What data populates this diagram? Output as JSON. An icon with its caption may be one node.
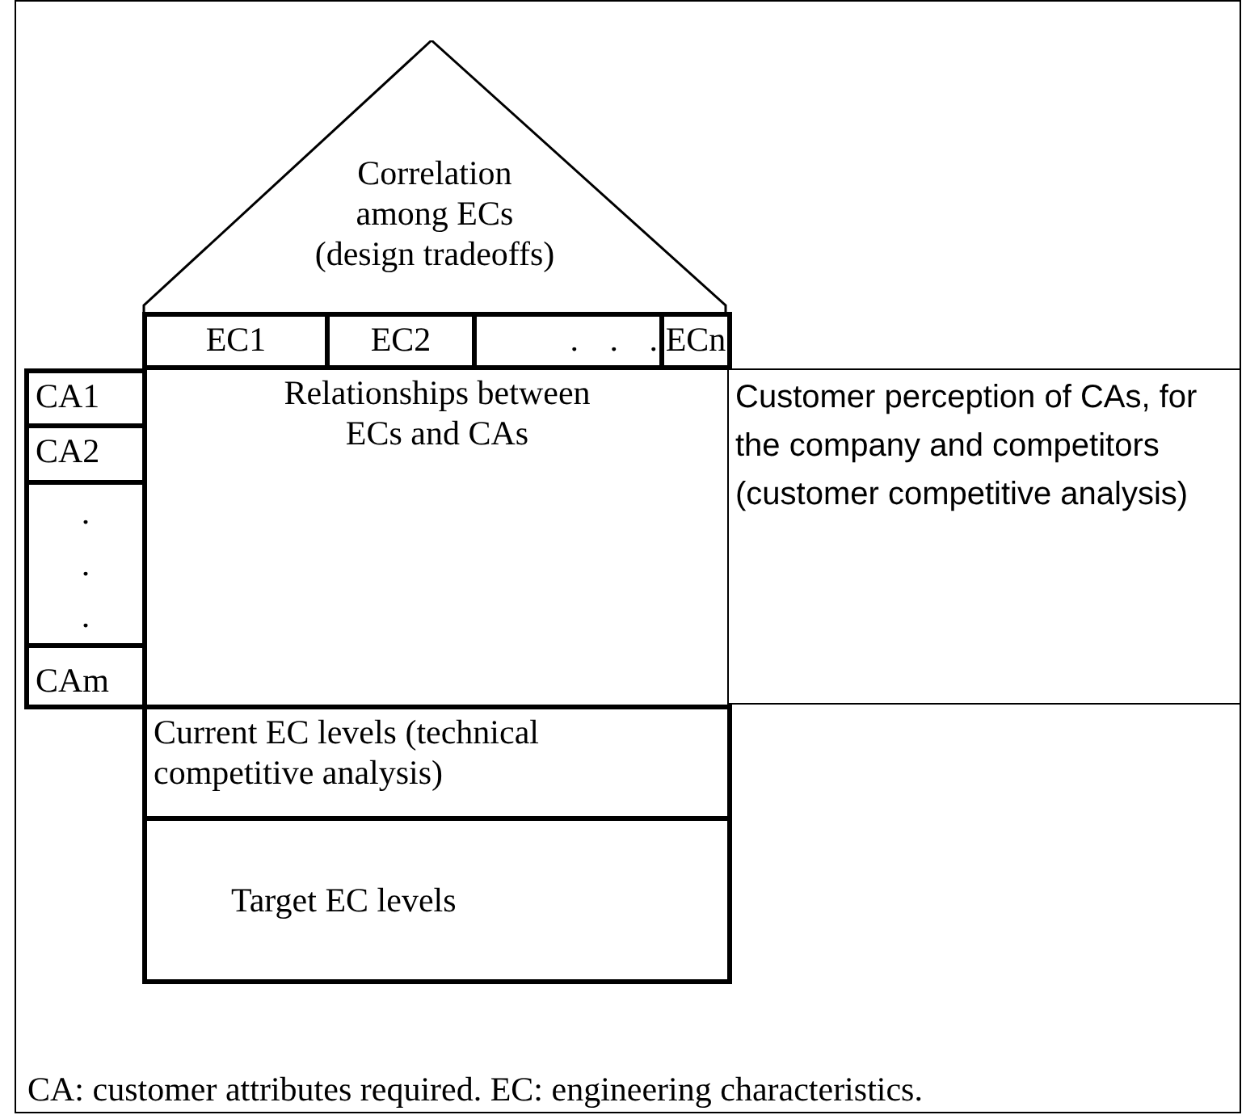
{
  "diagram": {
    "caption": "CA: customer attributes required.  EC: engineering characteristics.",
    "nodes": [
      {
        "text": [
          "Correlation among ECs (design tradeoffs)"
        ]
      },
      {
        "text": [
          "EC1"
        ]
      },
      {
        "text": [
          "EC2"
        ]
      },
      {
        "text": [
          ". . ."
        ]
      },
      {
        "text": [
          "ECn"
        ]
      },
      {
        "text": [
          "CA1"
        ]
      },
      {
        "text": [
          "CA2"
        ]
      },
      {
        "text": [
          ". . ."
        ]
      },
      {
        "text": [
          "CAm"
        ]
      },
      {
        "text": [
          "Relationships between ECs and CAs"
        ]
      },
      {
        "text": [
          "Customer perception of CAs, for the company and competitors (customer competitive analysis)"
        ]
      },
      {
        "text": [
          "Current EC levels (technical competitive analysis)"
        ]
      },
      {
        "text": [
          "Target EC levels"
        ]
      }
    ]
  }
}
